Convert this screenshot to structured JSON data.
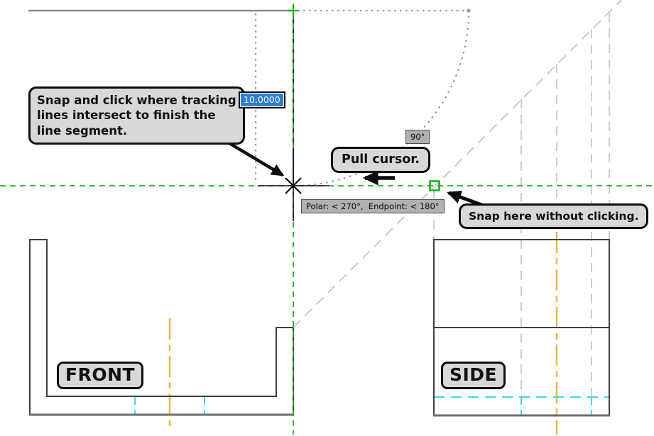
{
  "app": {
    "description": "CAD drafting canvas with polar/object-snap tracking in progress"
  },
  "callouts": {
    "snap_click": {
      "lines": [
        "Snap and click where tracking",
        "lines intersect to finish the",
        "line segment."
      ]
    },
    "pull_cursor": {
      "label": "Pull cursor."
    },
    "snap_here": {
      "label": "Snap here without clicking."
    }
  },
  "tooltips": {
    "angle": "90°",
    "tracking": "Polar: < 270°,  Endpoint: < 180°"
  },
  "dynamic_input": {
    "value": "10.0000"
  },
  "views": {
    "front": {
      "label": "FRONT"
    },
    "side": {
      "label": "SIDE"
    }
  },
  "colors": {
    "tracking_green": "#1db21d",
    "selection_blue": "#2a7fd9",
    "centerline_orange": "#f5b83d",
    "hidden_line_cyan": "#35dcec",
    "projection_gray": "#cdcdcd",
    "object_line": "#3f3f3f",
    "callout_fill": "#d8d8d8",
    "tooltip_fill": "#b0b0b0"
  }
}
